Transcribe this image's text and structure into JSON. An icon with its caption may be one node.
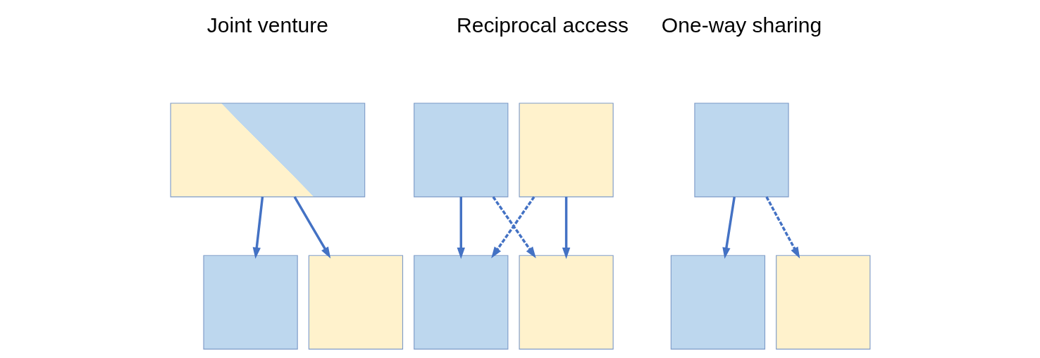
{
  "diagram": {
    "nodes": [
      {
        "text": [],
        "shape": "box"
      },
      {
        "text": [],
        "shape": "box"
      },
      {
        "text": [],
        "shape": "box"
      },
      {
        "text": [],
        "shape": "box"
      },
      {
        "text": [],
        "shape": "box"
      },
      {
        "text": [],
        "shape": "box"
      },
      {
        "text": [],
        "shape": "box"
      },
      {
        "text": [],
        "shape": "box"
      },
      {
        "text": [],
        "shape": "box"
      },
      {
        "text": [],
        "shape": "box"
      }
    ],
    "edges": [
      {
        "from": 0,
        "to": 1,
        "arrow": "to"
      },
      {
        "from": 0,
        "to": 2,
        "arrow": "to"
      },
      {
        "from": 3,
        "to": 5,
        "arrow": "to"
      },
      {
        "from": 4,
        "to": 6,
        "arrow": "to"
      },
      {
        "from": 3,
        "to": 6,
        "arrow": "to",
        "style": "dashed"
      },
      {
        "from": 4,
        "to": 5,
        "arrow": "to",
        "style": "dashed"
      },
      {
        "from": 7,
        "to": 8,
        "arrow": "to"
      },
      {
        "from": 7,
        "to": 9,
        "arrow": "to",
        "style": "dashed"
      }
    ],
    "labels": [
      "Joint venture",
      "Reciprocal access",
      "One-way sharing"
    ]
  }
}
